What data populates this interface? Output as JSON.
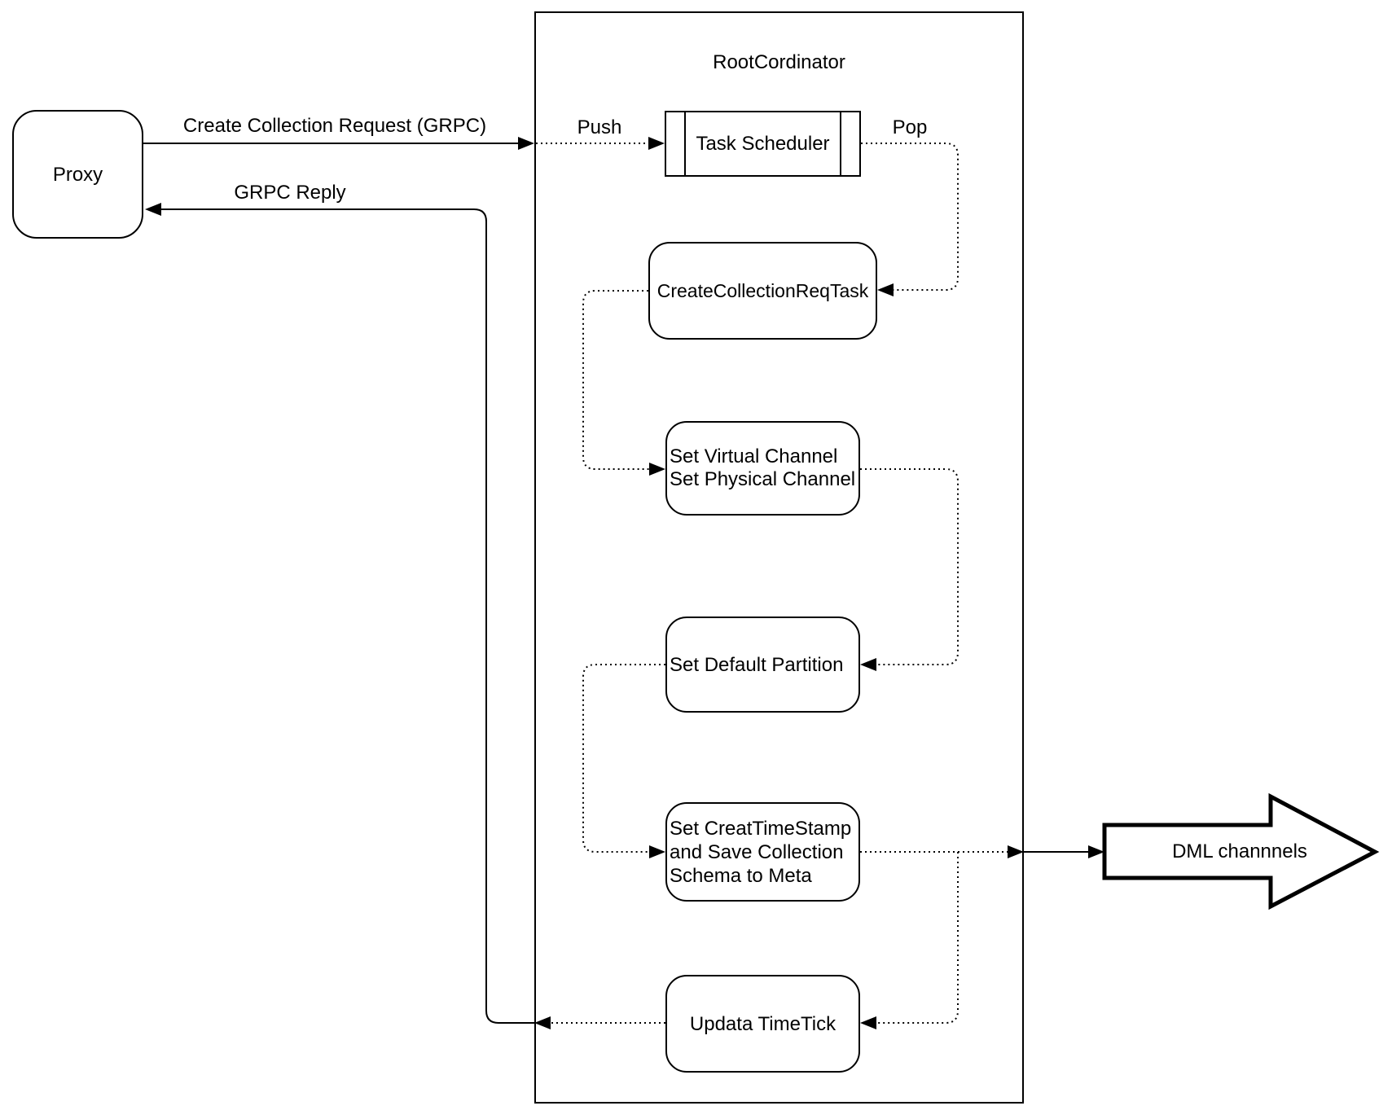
{
  "diagram": {
    "container_title": "RootCordinator",
    "nodes": {
      "proxy": "Proxy",
      "task_scheduler": "Task Scheduler",
      "create_collection_req_task": "CreateCollectionReqTask",
      "set_channels": "Set Virtual Channel\nSet Physical Channel",
      "set_default_partition": "Set Default Partition",
      "set_creat_timestamp": "Set CreatTimeStamp\nand Save Collection\nSchema to Meta",
      "updata_timetick": "Updata TimeTick",
      "dml_channels": "DML channnels"
    },
    "edge_labels": {
      "create_collection_request": "Create Collection Request (GRPC)",
      "grpc_reply": "GRPC Reply",
      "push": "Push",
      "pop": "Pop"
    },
    "colors": {
      "stroke": "#000000",
      "fill": "#ffffff"
    }
  }
}
